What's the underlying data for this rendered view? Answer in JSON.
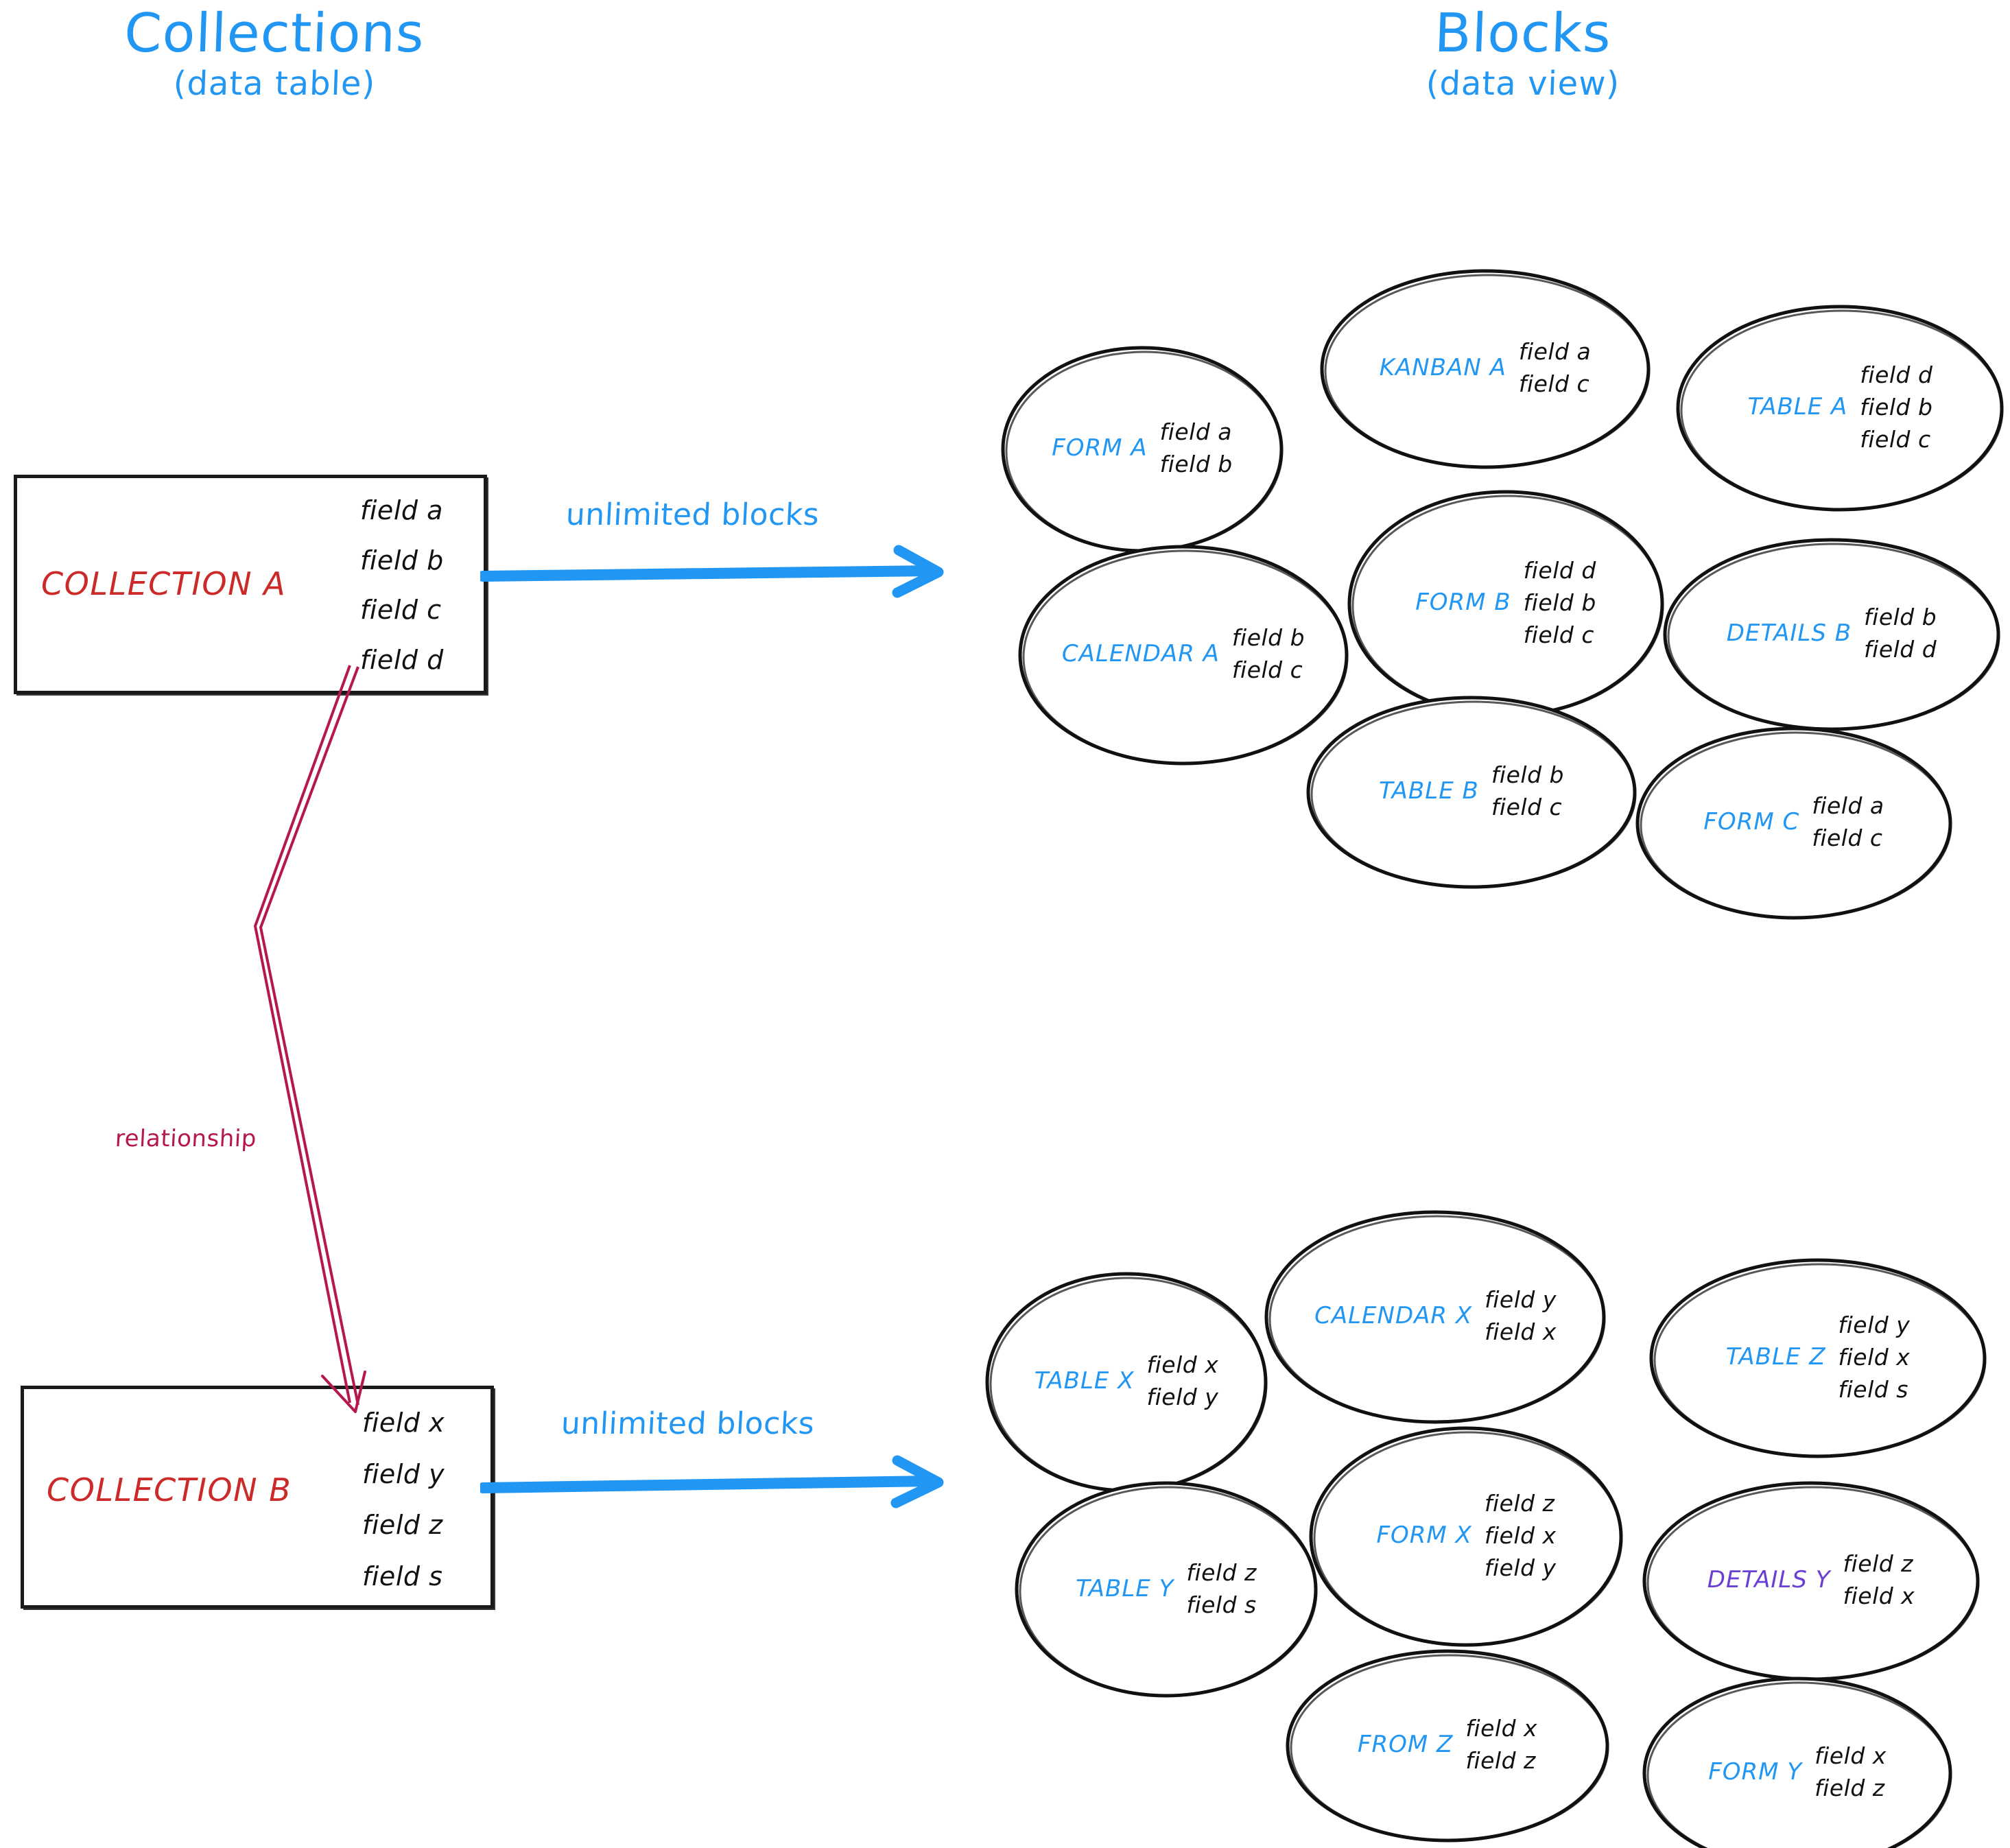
{
  "headings": {
    "left": {
      "main": "Collections",
      "sub": "(data table)"
    },
    "right": {
      "main": "Blocks",
      "sub": "(data view)"
    }
  },
  "colors": {
    "accent_blue": "#2196f3",
    "collection_red": "#cc2929",
    "relationship_crimson": "#b5174e",
    "details_purple": "#6b3fd4",
    "ink_black": "#111111"
  },
  "collections": [
    {
      "name": "COLLECTION A",
      "fields": [
        "field a",
        "field b",
        "field c",
        "field d"
      ],
      "arrow_label": "unlimited blocks"
    },
    {
      "name": "COLLECTION B",
      "fields": [
        "field x",
        "field y",
        "field z",
        "field s"
      ],
      "arrow_label": "unlimited blocks"
    }
  ],
  "relationship": {
    "label": "relationship"
  },
  "blocks_a": [
    {
      "name": "FORM A",
      "fields": [
        "field a",
        "field b"
      ]
    },
    {
      "name": "KANBAN A",
      "fields": [
        "field a",
        "field c"
      ]
    },
    {
      "name": "TABLE A",
      "fields": [
        "field d",
        "field b",
        "field c"
      ]
    },
    {
      "name": "CALENDAR A",
      "fields": [
        "field b",
        "field c"
      ]
    },
    {
      "name": "FORM B",
      "fields": [
        "field d",
        "field b",
        "field c"
      ]
    },
    {
      "name": "DETAILS B",
      "fields": [
        "field b",
        "field d"
      ]
    },
    {
      "name": "TABLE B",
      "fields": [
        "field b",
        "field c"
      ]
    },
    {
      "name": "FORM C",
      "fields": [
        "field a",
        "field c"
      ]
    }
  ],
  "blocks_b": [
    {
      "name": "TABLE X",
      "fields": [
        "field x",
        "field y"
      ]
    },
    {
      "name": "CALENDAR X",
      "fields": [
        "field y",
        "field x"
      ]
    },
    {
      "name": "TABLE Z",
      "fields": [
        "field y",
        "field x",
        "field s"
      ]
    },
    {
      "name": "TABLE Y",
      "fields": [
        "field z",
        "field s"
      ]
    },
    {
      "name": "FORM X",
      "fields": [
        "field z",
        "field x",
        "field y"
      ]
    },
    {
      "name": "DETAILS Y",
      "fields": [
        "field z",
        "field x"
      ]
    },
    {
      "name": "FROM Z",
      "fields": [
        "field x",
        "field z"
      ]
    },
    {
      "name": "FORM Y",
      "fields": [
        "field x",
        "field z"
      ]
    }
  ]
}
